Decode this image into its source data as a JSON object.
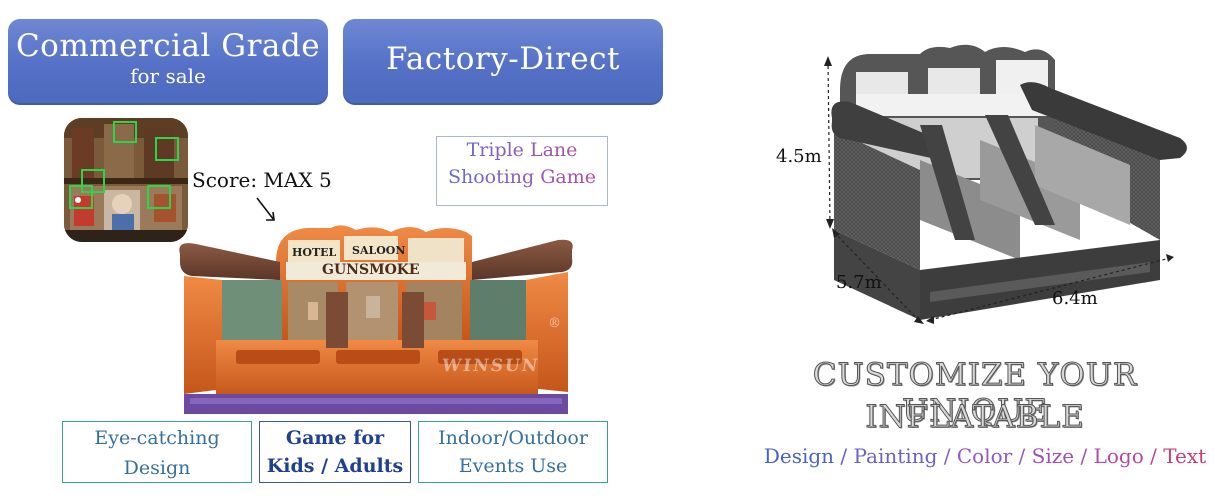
{
  "banners": {
    "commercial": {
      "title": "Commercial Grade",
      "subtitle": "for sale"
    },
    "factory": {
      "title": "Factory-Direct"
    }
  },
  "score_label": "Score: MAX 5",
  "triple_lane": {
    "line1": "Triple Lane",
    "line2": "Shooting Game"
  },
  "features": [
    {
      "line1": "Eye-catching",
      "line2": "Design"
    },
    {
      "line1": "Game for",
      "line2": "Kids / Adults"
    },
    {
      "line1": "Indoor/Outdoor",
      "line2": "Events Use"
    }
  ],
  "product_signage": {
    "hotel": "HOTEL",
    "saloon": "SALOON",
    "name": "GUNSMOKE",
    "brand": "WINSUN",
    "registered": "®"
  },
  "dimensions": {
    "height": "4.5m",
    "depth": "5.7m",
    "width": "6.4m"
  },
  "customize": {
    "line1": "CUSTOMIZE YOUR UNIQUE",
    "line2": "INFLATABLE"
  },
  "options": [
    {
      "label": "Design",
      "color": "#4a63c7"
    },
    {
      "label": "Painting",
      "color": "#6a62c6"
    },
    {
      "label": "Color",
      "color": "#9159c1"
    },
    {
      "label": "Size",
      "color": "#9e4fb6"
    },
    {
      "label": "Logo",
      "color": "#b34aa3"
    },
    {
      "label": "Text",
      "color": "#c83d74"
    }
  ],
  "option_separator": " / "
}
